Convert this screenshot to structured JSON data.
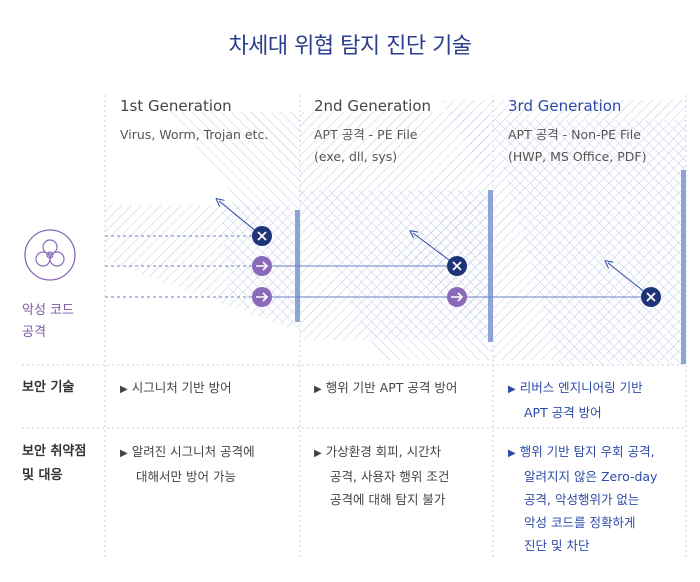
{
  "title": "차세대 위협 탐지 진단 기술",
  "generations": [
    {
      "name": "1st Generation",
      "desc": [
        "Virus, Worm, Trojan etc."
      ]
    },
    {
      "name": "2nd Generation",
      "desc": [
        "APT 공격 - PE File",
        "(exe, dll, sys)"
      ]
    },
    {
      "name": "3rd Generation",
      "desc": [
        "APT 공격 - Non-PE File",
        "(HWP, MS Office, PDF)"
      ]
    }
  ],
  "attack_label": [
    "악성 코드",
    "공격"
  ],
  "rows": {
    "security_tech": {
      "label": "보안 기술",
      "cells": [
        [
          "시그니처 기반 방어"
        ],
        [
          "행위 기반 APT 공격 방어"
        ],
        [
          "리버스 엔지니어링 기반",
          "APT 공격 방어"
        ]
      ]
    },
    "weakness": {
      "label": [
        "보안 취약점",
        "및 대응"
      ],
      "cells": [
        [
          "알려진 시그니처 공격에",
          "대해서만 방어 가능"
        ],
        [
          "가상환경 회피, 시간차",
          "공격, 사용자 행위 조건",
          "공격에 대해 탐지 불가"
        ],
        [
          "행위 기반 탐지 우회 공격,",
          "알려지지 않은 Zero-day",
          "공격, 악성행위가 없는",
          "악성 코드를 정확하게",
          "진단 및 차단"
        ]
      ]
    }
  },
  "bullet_glyph": "▶",
  "colors": {
    "title": "#2a3f8f",
    "accent_blue": "#2d4aa8",
    "purple": "#8a6ab8",
    "navy": "#1f3378",
    "hatch": "#9fb1d8",
    "divider": "#c9cfe0"
  }
}
